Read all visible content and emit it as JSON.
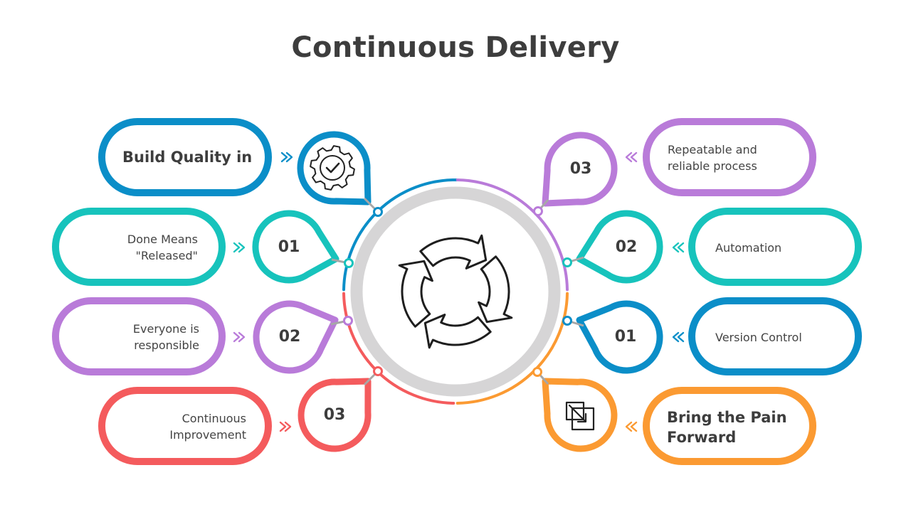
{
  "title": "Continuous Delivery",
  "colors": {
    "blue": "#0b8ec8",
    "teal": "#17c3bc",
    "purple": "#b97bd9",
    "red": "#f45b5d",
    "orange": "#fb9a32",
    "hub": "#d6d5d6",
    "text": "#444444"
  },
  "icons": {
    "center": "refresh-cycle-icon",
    "build_quality": "gear-check-icon",
    "bring_pain": "arrow-in-box-icon"
  },
  "left": {
    "items": [
      {
        "label": "Build Quality in",
        "badge": "",
        "color": "blue"
      },
      {
        "label": "Done Means\n\"Released\"",
        "badge": "01",
        "color": "teal"
      },
      {
        "label": "Everyone is\nresponsible",
        "badge": "02",
        "color": "purple"
      },
      {
        "label": "Continuous\nImprovement",
        "badge": "03",
        "color": "red"
      }
    ]
  },
  "right": {
    "items": [
      {
        "label": "Repeatable and\nreliable process",
        "badge": "03",
        "color": "purple"
      },
      {
        "label": "Automation",
        "badge": "02",
        "color": "teal"
      },
      {
        "label": "Version Control",
        "badge": "01",
        "color": "blue"
      },
      {
        "label": "Bring the Pain\nForward",
        "badge": "",
        "color": "orange"
      }
    ]
  }
}
